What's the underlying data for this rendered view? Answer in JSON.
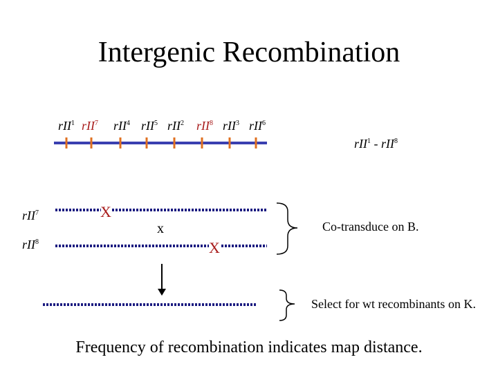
{
  "title": "Intergenic Recombination",
  "colors": {
    "map_line": "#3a3fb0",
    "tick": "#e07020",
    "cross": "#a81c1c",
    "dots": "#1a1a80"
  },
  "gene_map": {
    "alleles": [
      {
        "name": "rII",
        "sup": "1",
        "color": "black"
      },
      {
        "name": "rII",
        "sup": "7",
        "color": "red"
      },
      {
        "name": "rII",
        "sup": "4",
        "color": "black"
      },
      {
        "name": "rII",
        "sup": "5",
        "color": "black"
      },
      {
        "name": "rII",
        "sup": "2",
        "color": "black"
      },
      {
        "name": "rII",
        "sup": "8",
        "color": "red"
      },
      {
        "name": "rII",
        "sup": "3",
        "color": "black"
      },
      {
        "name": "rII",
        "sup": "6",
        "color": "black"
      }
    ],
    "range_label": {
      "a": "rII",
      "a_sup": "1",
      "sep": " - ",
      "b": "rII",
      "b_sup": "8"
    }
  },
  "cross": {
    "parent1": {
      "name": "rII",
      "sup": "7"
    },
    "parent2": {
      "name": "rII",
      "sup": "8"
    },
    "marker1": "X",
    "marker_mid": "x",
    "marker2": "X",
    "note1": "Co-transduce on B.",
    "note2": "Select for wt recombinants on K."
  },
  "footer": "Frequency of recombination indicates map distance."
}
